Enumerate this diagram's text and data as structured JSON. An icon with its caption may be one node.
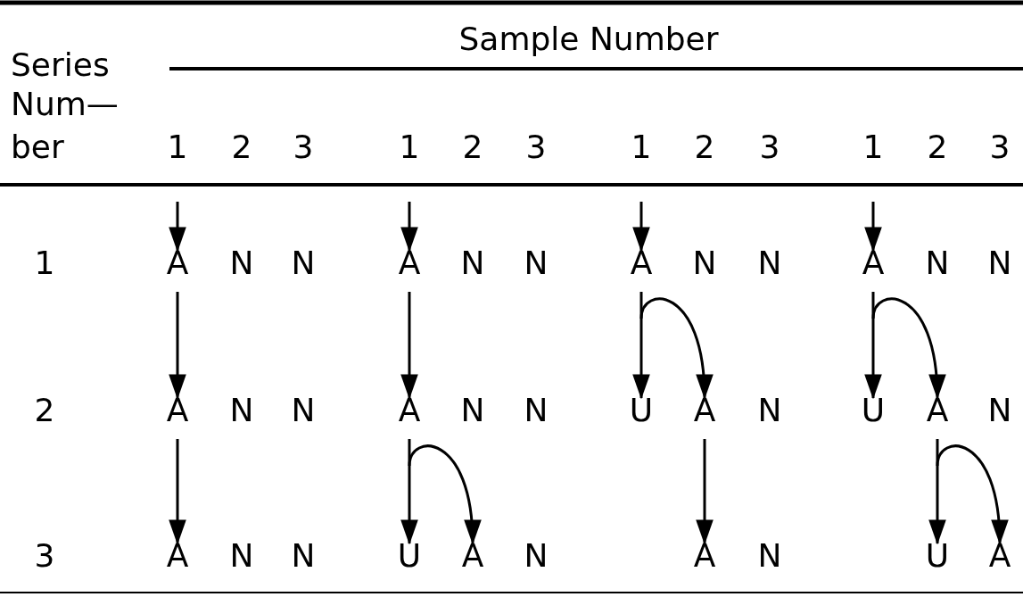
{
  "diagram": {
    "nodes": [
      {
        "text": [
          "A"
        ]
      },
      {
        "text": [
          "N"
        ]
      },
      {
        "text": [
          "N"
        ]
      },
      {
        "text": [
          "A"
        ]
      },
      {
        "text": [
          "N"
        ]
      },
      {
        "text": [
          "N"
        ]
      },
      {
        "text": [
          "A"
        ]
      },
      {
        "text": [
          "N"
        ]
      },
      {
        "text": [
          "N"
        ]
      },
      {
        "text": [
          "A"
        ]
      },
      {
        "text": [
          "N"
        ]
      },
      {
        "text": [
          "N"
        ]
      },
      {
        "text": [
          "A"
        ]
      },
      {
        "text": [
          "N"
        ]
      },
      {
        "text": [
          "N"
        ]
      },
      {
        "text": [
          "A"
        ]
      },
      {
        "text": [
          "N"
        ]
      },
      {
        "text": [
          "N"
        ]
      },
      {
        "text": [
          "U"
        ]
      },
      {
        "text": [
          "A"
        ]
      },
      {
        "text": [
          "N"
        ]
      },
      {
        "text": [
          "U"
        ]
      },
      {
        "text": [
          "A"
        ]
      },
      {
        "text": [
          "N"
        ]
      },
      {
        "text": [
          "A"
        ]
      },
      {
        "text": [
          "N"
        ]
      },
      {
        "text": [
          "N"
        ]
      },
      {
        "text": [
          "U"
        ]
      },
      {
        "text": [
          "A"
        ]
      },
      {
        "text": [
          "N"
        ]
      },
      {
        "text": [
          "A"
        ]
      },
      {
        "text": [
          "N"
        ]
      },
      {
        "text": [
          "U"
        ]
      },
      {
        "text": [
          "A"
        ]
      }
    ],
    "edges": [
      {
        "from": null,
        "to": 0,
        "arrow": "to"
      },
      {
        "from": null,
        "to": 3,
        "arrow": "to"
      },
      {
        "from": null,
        "to": 6,
        "arrow": "to"
      },
      {
        "from": null,
        "to": 9,
        "arrow": "to"
      },
      {
        "from": 0,
        "to": 12,
        "arrow": "to"
      },
      {
        "from": 3,
        "to": 15,
        "arrow": "to"
      },
      {
        "from": 6,
        "to": 18,
        "arrow": "to"
      },
      {
        "from": 6,
        "to": 19,
        "arrow": "to"
      },
      {
        "from": 9,
        "to": 21,
        "arrow": "to"
      },
      {
        "from": 9,
        "to": 22,
        "arrow": "to"
      },
      {
        "from": 12,
        "to": 24,
        "arrow": "to"
      },
      {
        "from": 15,
        "to": 27,
        "arrow": "to"
      },
      {
        "from": 15,
        "to": 28,
        "arrow": "to"
      },
      {
        "from": 19,
        "to": 30,
        "arrow": "to"
      },
      {
        "from": 22,
        "to": 32,
        "arrow": "to"
      },
      {
        "from": 22,
        "to": 33,
        "arrow": "to"
      }
    ],
    "labels": [
      "Sample Number",
      "Series",
      "Num—",
      "ber",
      "1",
      "2",
      "3",
      "1",
      "2",
      "3",
      "1",
      "2",
      "3",
      "1",
      "2",
      "3",
      "1",
      "2",
      "3"
    ]
  }
}
